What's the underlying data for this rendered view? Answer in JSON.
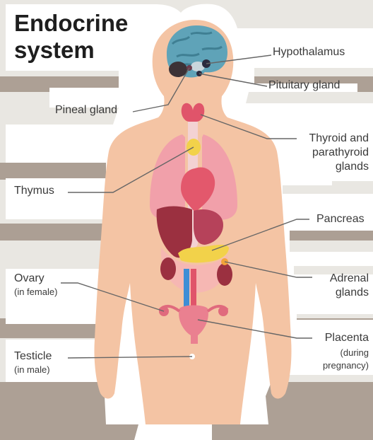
{
  "title": {
    "line1": "Endocrine",
    "line2": "system"
  },
  "labels": {
    "hypothalamus": "Hypothalamus",
    "pituitary": "Pituitary gland",
    "pineal": "Pineal gland",
    "thyroid_1": "Thyroid and",
    "thyroid_2": "parathyroid",
    "thyroid_3": "glands",
    "thymus": "Thymus",
    "pancreas": "Pancreas",
    "ovary": "Ovary",
    "ovary_note": "(in female)",
    "adrenal_1": "Adrenal",
    "adrenal_2": "glands",
    "placenta": "Placenta",
    "placenta_note_1": "(during",
    "placenta_note_2": "pregnancy)",
    "testicle": "Testicle",
    "testicle_note": "(in male)"
  },
  "colors": {
    "skin": "#f4c4a4",
    "outline_board": "#ffffff",
    "brain": "#5fa3b8",
    "gland_red": "#e0546a",
    "gland_yellow": "#f2d24a",
    "liver": "#9b3040",
    "lung": "#f1a0aa"
  }
}
